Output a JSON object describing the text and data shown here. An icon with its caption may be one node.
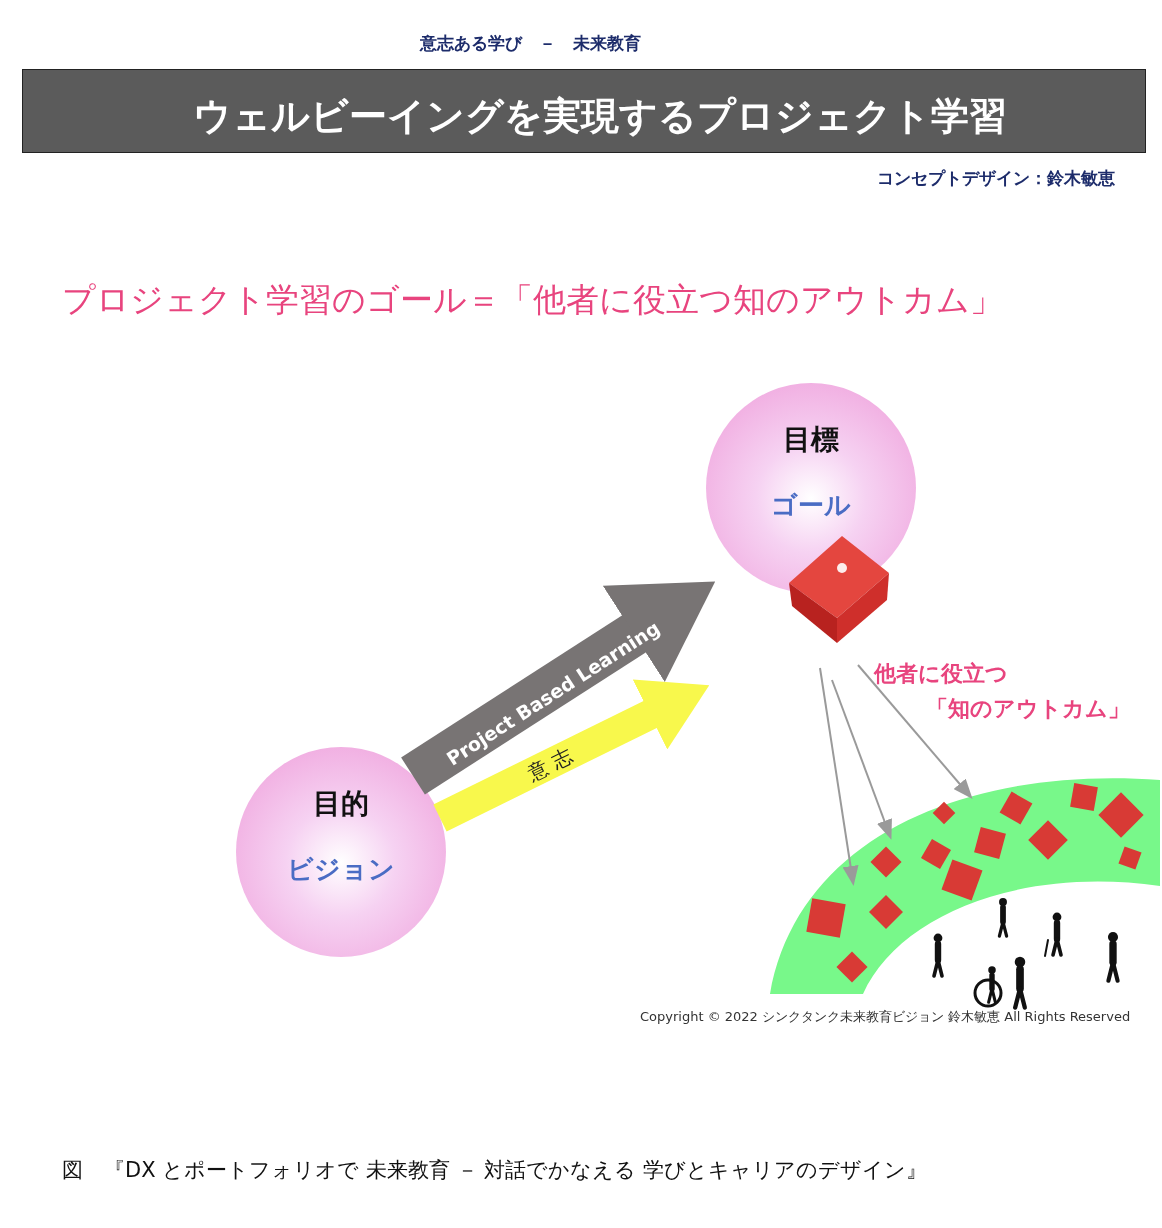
{
  "diagram": {
    "title": "ウェルビーイングを実現するプロジェクト学習",
    "caption": "図　『DX とポートフォリオで 未来教育 － 対話でかなえる 学びとキャリアのデザイン』",
    "nodes": [
      {
        "text": [
          "目的",
          "ビジョン"
        ]
      },
      {
        "text": [
          "目標",
          "ゴール"
        ]
      },
      {
        "text": [],
        "shape": "cube"
      },
      {
        "text": [],
        "shape": "band"
      }
    ],
    "edges": [
      {
        "from": 0,
        "to": 1,
        "arrow": "to",
        "label": "Project Based Learning",
        "style": "thick",
        "color": "#787474"
      },
      {
        "from": 0,
        "to": 1,
        "arrow": "to",
        "label": "意 志",
        "style": "thick",
        "color": "#f8f84c"
      },
      {
        "from": 2,
        "to": 3,
        "arrow": "to"
      },
      {
        "from": 2,
        "to": 3,
        "arrow": "to"
      },
      {
        "from": 2,
        "to": 3,
        "arrow": "to"
      }
    ],
    "labels": [
      "意志ある学び　－　未来教育",
      "コンセプトデザイン：鈴木敏恵",
      "プロジェクト学習のゴール＝「他者に役立つ知のアウトカム」",
      "他者に役立つ",
      "「知のアウトカム」",
      "Copyright © 2022 シンクタンク未来教育ビジョン 鈴木敏恵 All Rights Reserved"
    ]
  }
}
